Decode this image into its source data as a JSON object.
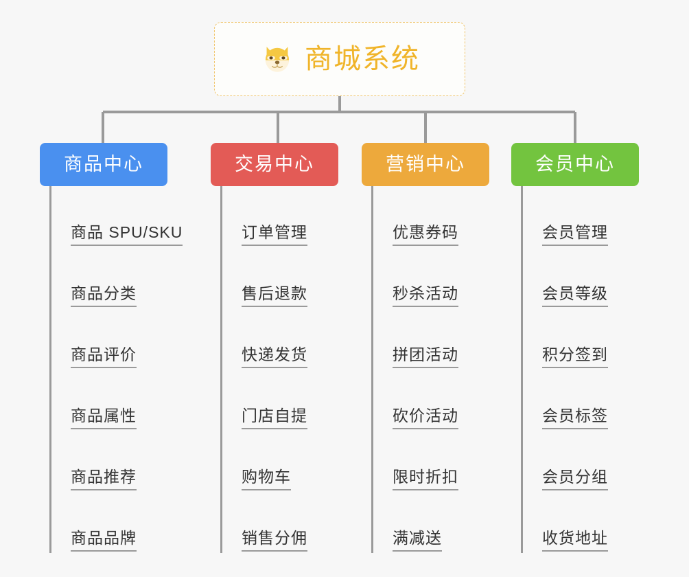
{
  "page": {
    "background_color": "#f7f7f7",
    "type": "mindmap-tree"
  },
  "root": {
    "icon": "shiba-dog-face-icon",
    "title": "商城系统",
    "color": "#f0b429",
    "border_color": "#f0c46a"
  },
  "connector": {
    "color": "#9a9a9a"
  },
  "columns": [
    {
      "id": "product-center",
      "label": "商品中心",
      "color": "#4a90ef",
      "items": [
        "商品 SPU/SKU",
        "商品分类",
        "商品评价",
        "商品属性",
        "商品推荐",
        "商品品牌"
      ]
    },
    {
      "id": "trade-center",
      "label": "交易中心",
      "color": "#e35b56",
      "items": [
        "订单管理",
        "售后退款",
        "快递发货",
        "门店自提",
        "购物车",
        "销售分佣"
      ]
    },
    {
      "id": "marketing-center",
      "label": "营销中心",
      "color": "#eda93c",
      "items": [
        "优惠券码",
        "秒杀活动",
        "拼团活动",
        "砍价活动",
        "限时折扣",
        "满减送"
      ]
    },
    {
      "id": "member-center",
      "label": "会员中心",
      "color": "#73c43f",
      "items": [
        "会员管理",
        "会员等级",
        "积分签到",
        "会员标签",
        "会员分组",
        "收货地址"
      ]
    }
  ]
}
